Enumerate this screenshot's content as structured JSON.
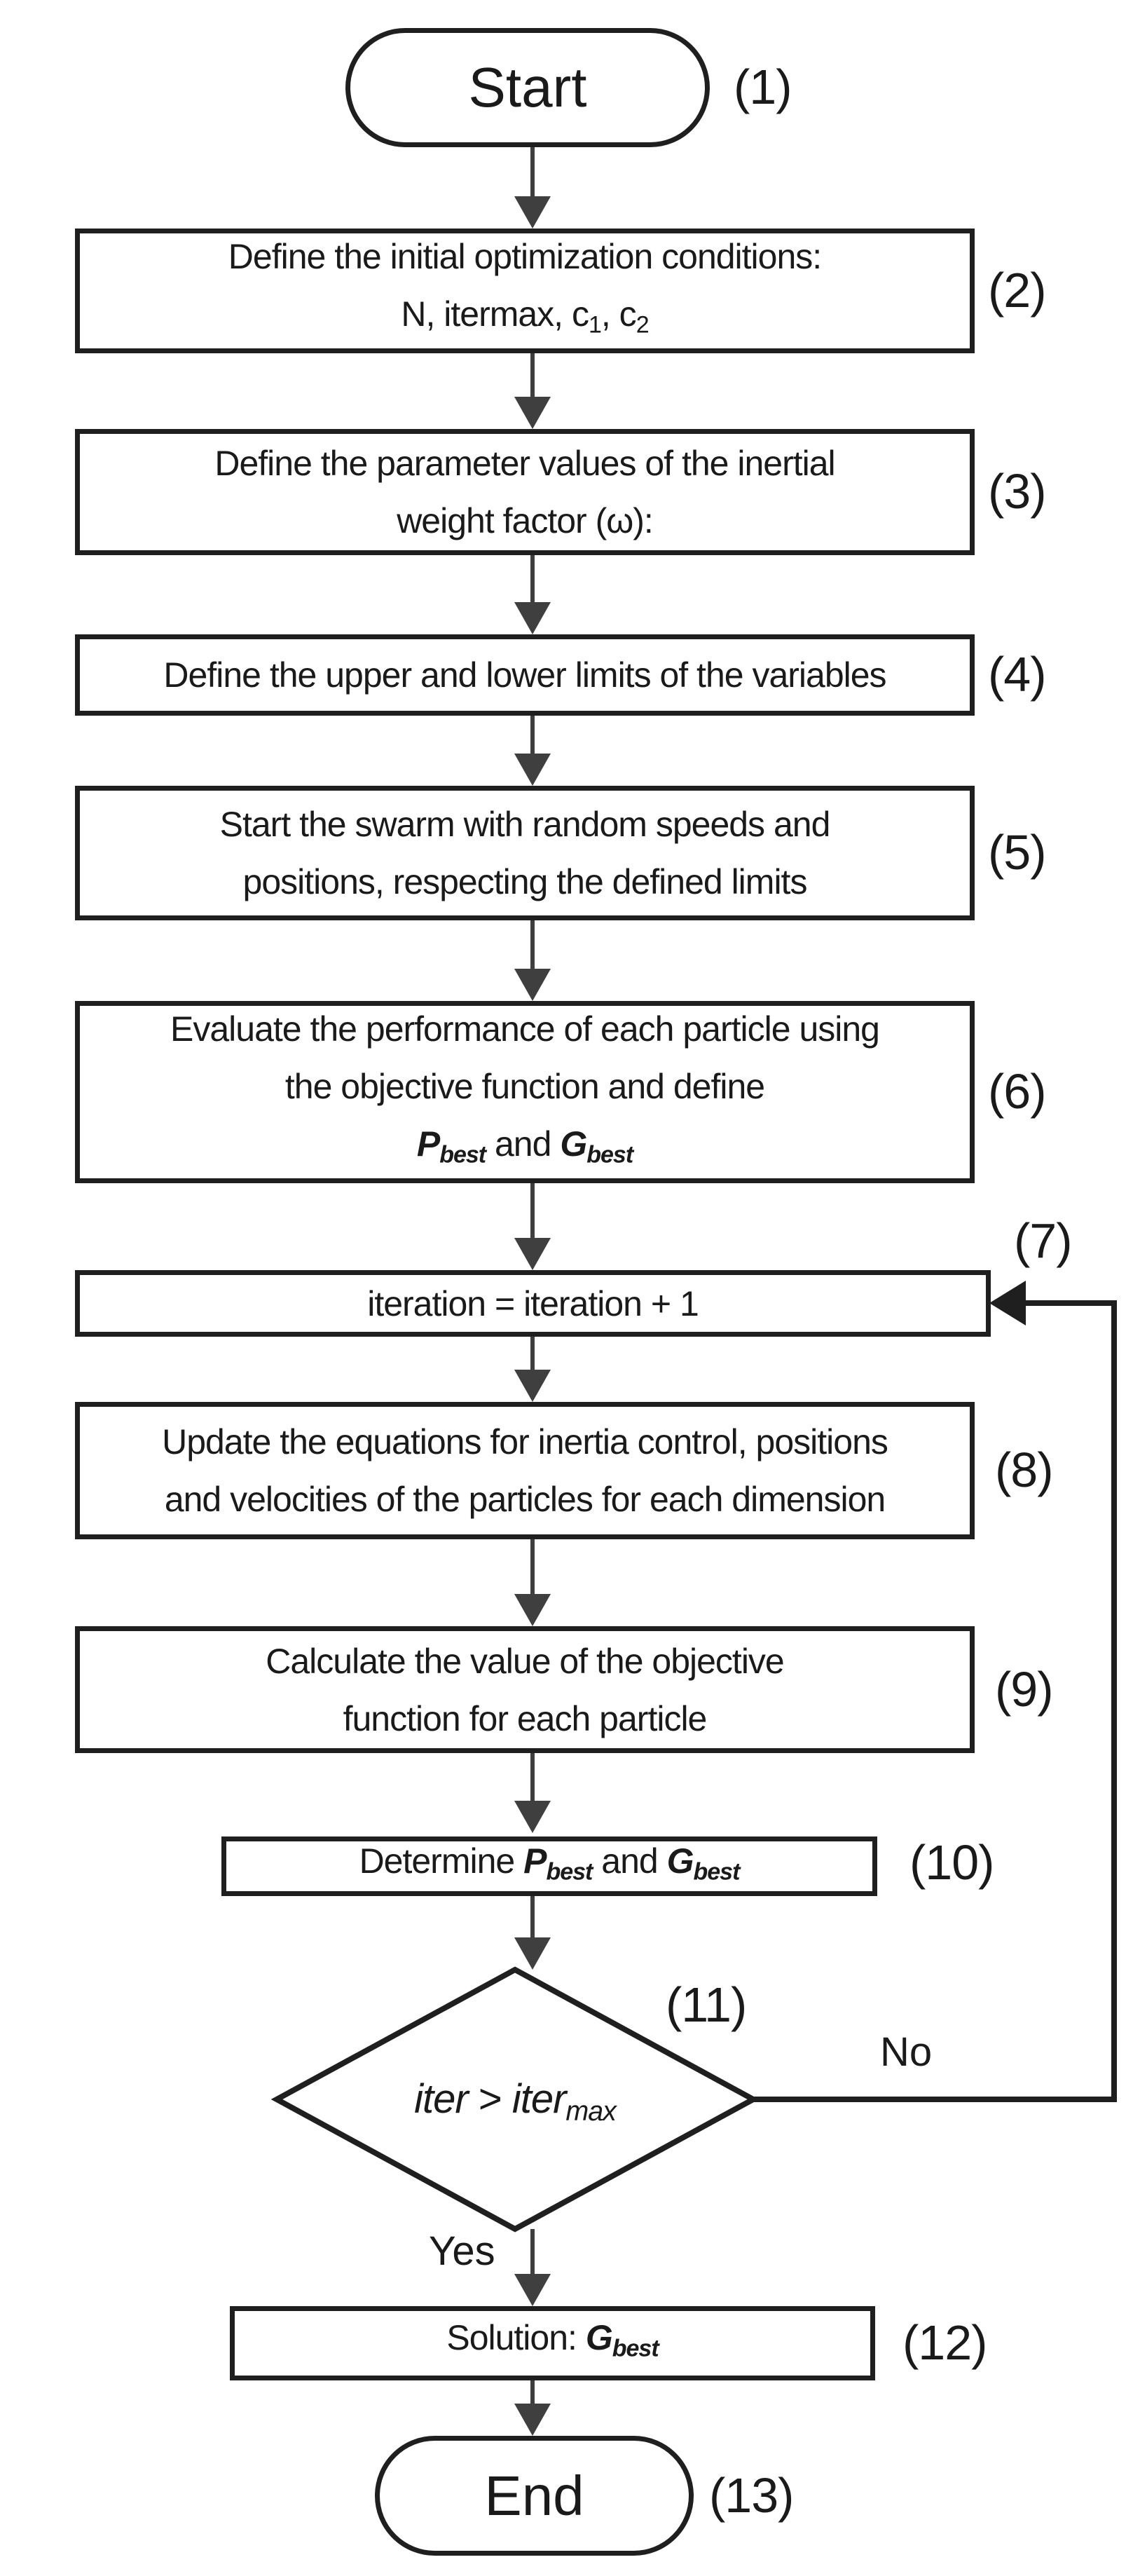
{
  "colors": {
    "outline": "#1f1f1f",
    "arrow": "#3f3f3f",
    "background": "#ffffff",
    "text": "#1a1a1a"
  },
  "nodes": {
    "start": {
      "tag": "(1)",
      "label": "Start"
    },
    "step2": {
      "tag": "(2)",
      "line1": "Define the initial optimization conditions:",
      "line2": [
        {
          "t": "N, itermax, c"
        },
        {
          "t": "1",
          "s": "sub"
        },
        {
          "t": ", c"
        },
        {
          "t": "2",
          "s": "sub"
        }
      ]
    },
    "step3": {
      "tag": "(3)",
      "line1": "Define the parameter values of the inertial",
      "line2": "weight factor (ω):"
    },
    "step4": {
      "tag": "(4)",
      "line1": "Define the upper and lower limits of the variables"
    },
    "step5": {
      "tag": "(5)",
      "line1": "Start the swarm with random speeds and",
      "line2": "positions, respecting the defined limits"
    },
    "step6": {
      "tag": "(6)",
      "line1": "Evaluate the performance of each particle using",
      "line2": "the objective function and define",
      "line3": [
        {
          "t": "P",
          "s": "bi"
        },
        {
          "t": "best",
          "s": "bisub"
        },
        {
          "t": " and "
        },
        {
          "t": "G",
          "s": "bi"
        },
        {
          "t": "best",
          "s": "bisub"
        }
      ]
    },
    "step7": {
      "tag": "(7)",
      "line1": "iteration = iteration + 1"
    },
    "step8": {
      "tag": "(8)",
      "line1": "Update the equations for inertia control, positions",
      "line2": "and velocities of the particles for each dimension"
    },
    "step9": {
      "tag": "(9)",
      "line1": "Calculate the value of the objective",
      "line2": "function for each particle"
    },
    "step10": {
      "tag": "(10)",
      "line1": [
        {
          "t": "Determine "
        },
        {
          "t": "P",
          "s": "bi"
        },
        {
          "t": "best",
          "s": "bisub"
        },
        {
          "t": " and "
        },
        {
          "t": "G",
          "s": "bi"
        },
        {
          "t": "best",
          "s": "bisub"
        }
      ]
    },
    "decision11": {
      "tag": "(11)",
      "label": [
        {
          "t": "iter",
          "s": "i"
        },
        {
          "t": " > "
        },
        {
          "t": "iter",
          "s": "i"
        },
        {
          "t": "max",
          "s": "isub"
        }
      ]
    },
    "step12": {
      "tag": "(12)",
      "line1": [
        {
          "t": "Solution: "
        },
        {
          "t": "G",
          "s": "bi"
        },
        {
          "t": "best",
          "s": "bisub"
        }
      ]
    },
    "end": {
      "tag": "(13)",
      "label": "End"
    }
  },
  "branches": {
    "no": "No",
    "yes": "Yes"
  }
}
